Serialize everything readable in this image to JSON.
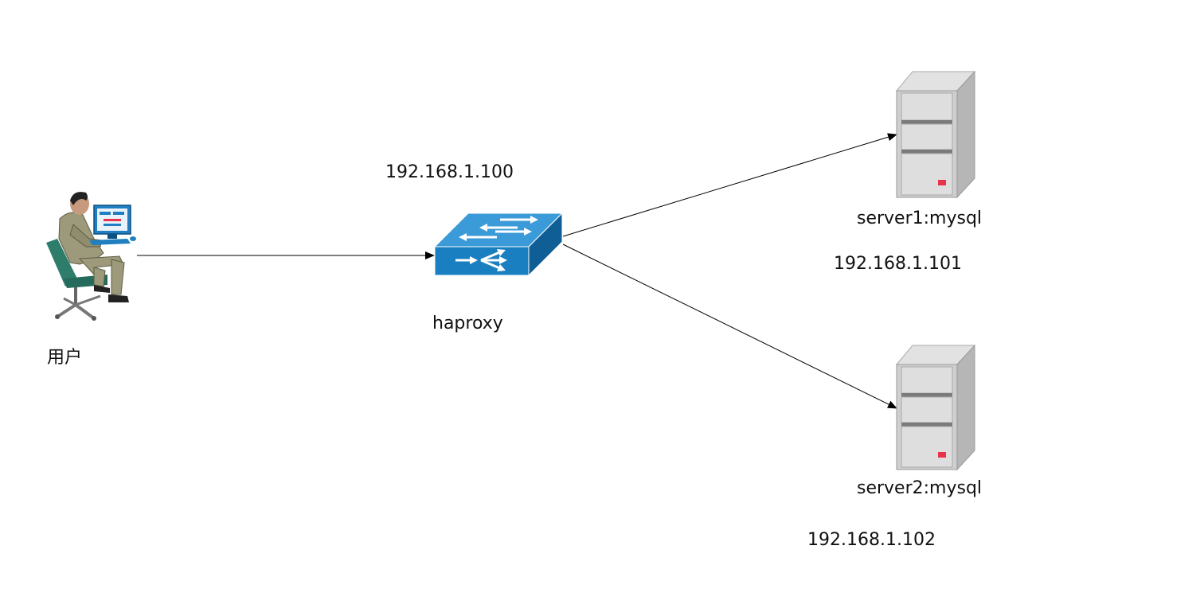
{
  "diagram": {
    "nodes": {
      "user": {
        "label": "用户",
        "icon": "user-at-computer-icon"
      },
      "haproxy": {
        "label": "haproxy",
        "ip": "192.168.1.100",
        "icon": "network-switch-icon",
        "color": "#1a7fc1"
      },
      "server1": {
        "label": "server1:mysql",
        "ip": "192.168.1.101",
        "icon": "server-tower-icon"
      },
      "server2": {
        "label": "server2:mysql",
        "ip": "192.168.1.102",
        "icon": "server-tower-icon"
      }
    },
    "edges": [
      {
        "from": "user",
        "to": "haproxy"
      },
      {
        "from": "haproxy",
        "to": "server1"
      },
      {
        "from": "haproxy",
        "to": "server2"
      }
    ],
    "colors": {
      "switch": "#1a7fc1",
      "server_body": "#c8c8c8",
      "server_led": "#e8334a"
    }
  }
}
